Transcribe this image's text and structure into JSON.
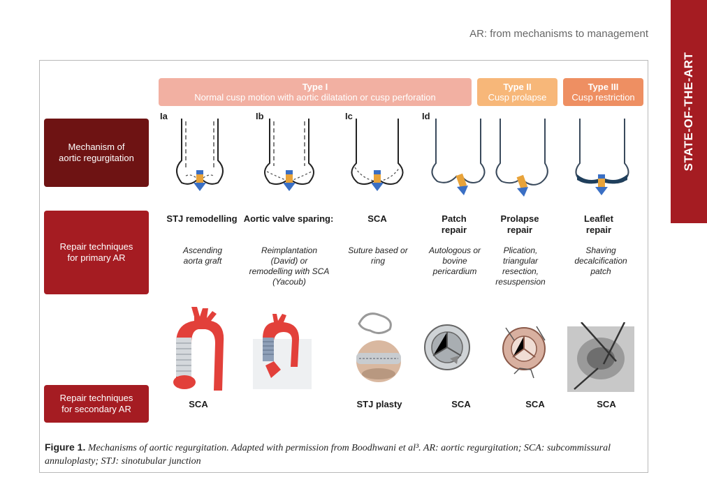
{
  "header": {
    "running_title": "AR: from mechanisms to management",
    "section_tab": "STATE-OF-THE-ART"
  },
  "figure": {
    "types": [
      {
        "title": "Type I",
        "subtitle": "Normal cusp motion with aortic dilatation or cusp perforation"
      },
      {
        "title": "Type II",
        "subtitle": "Cusp prolapse"
      },
      {
        "title": "Type III",
        "subtitle": "Cusp restriction"
      }
    ],
    "row_labels": {
      "mechanism": "Mechanism of aortic regurgitation",
      "primary": "Repair techniques for primary AR",
      "secondary": "Repair techniques for secondary AR"
    },
    "sublabels": [
      "Ia",
      "Ib",
      "Ic",
      "Id"
    ],
    "columns": [
      {
        "technique": "STJ remodelling",
        "description": "Ascending aorta graft",
        "secondary": "SCA"
      },
      {
        "technique": "Aortic valve sparing:",
        "description": "Reimplantation (David) or remodelling with SCA (Yacoub)",
        "secondary": ""
      },
      {
        "technique": "SCA",
        "description": "Suture based or ring",
        "secondary": "STJ plasty"
      },
      {
        "technique": "Patch repair",
        "description": "Autologous or bovine pericardium",
        "secondary": "SCA"
      },
      {
        "technique": "Prolapse repair",
        "description": "Plication, triangular resection, resuspension",
        "secondary": "SCA"
      },
      {
        "technique": "Leaflet repair",
        "description": "Shaving decalcification patch",
        "secondary": "SCA"
      }
    ],
    "caption": {
      "label": "Figure 1.",
      "text": "Mechanisms of aortic regurgitation. Adapted with permission from Boodhwani et al³. AR: aortic regurgitation; SCA: subcommissural annuloplasty; STJ: sinotubular junction"
    }
  },
  "colors": {
    "brand_red": "#a51c22",
    "dark_red": "#6e1313",
    "type1": "#f2b0a2",
    "type2": "#f7b779",
    "type3": "#ee8f62"
  }
}
